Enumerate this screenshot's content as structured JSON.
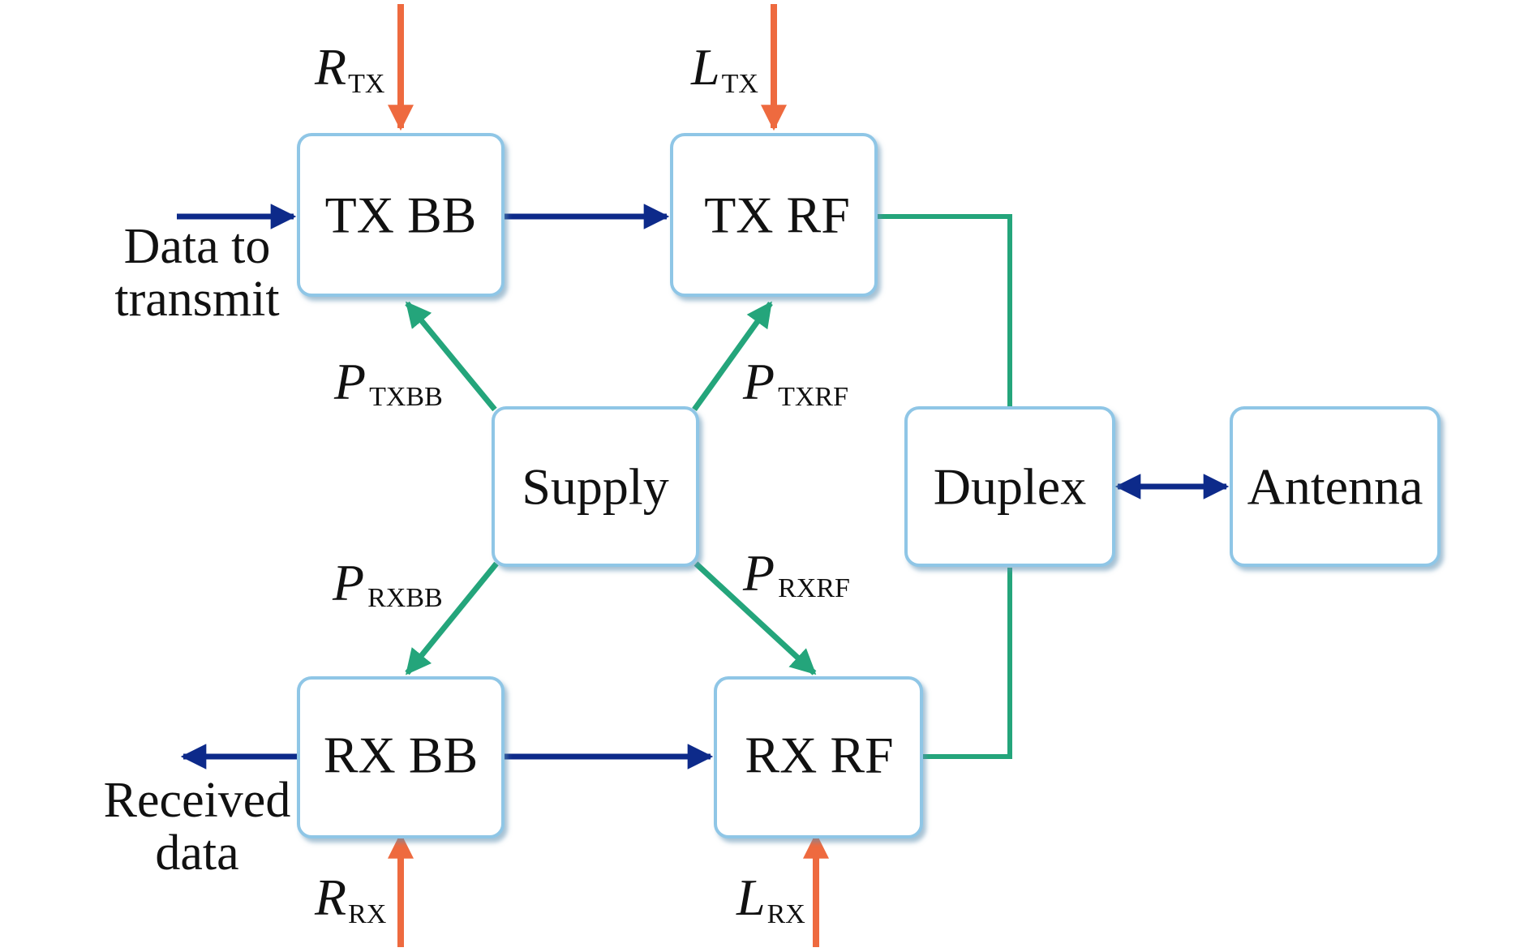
{
  "blocks": {
    "tx_bb": "TX BB",
    "tx_rf": "TX RF",
    "supply": "Supply",
    "duplex": "Duplex",
    "antenna": "Antenna",
    "rx_bb": "RX BB",
    "rx_rf": "RX RF"
  },
  "labels": {
    "data_to_transmit": [
      "Data to",
      "transmit"
    ],
    "received_data": [
      "Received",
      "data"
    ]
  },
  "symbols": {
    "r_tx": {
      "main": "R",
      "sub": "TX"
    },
    "l_tx": {
      "main": "L",
      "sub": "TX"
    },
    "r_rx": {
      "main": "R",
      "sub": "RX"
    },
    "l_rx": {
      "main": "L",
      "sub": "RX"
    },
    "p_txbb": {
      "main": "P",
      "sub": "TXBB"
    },
    "p_txrf": {
      "main": "P",
      "sub": "TXRF"
    },
    "p_rxbb": {
      "main": "P",
      "sub": "RXBB"
    },
    "p_rxrf": {
      "main": "P",
      "sub": "RXRF"
    }
  },
  "colors": {
    "data_flow": "#0d2a8a",
    "power_flow": "#24a57b",
    "rate_input": "#ee6a3f",
    "block_border": "#8fc6e6"
  }
}
